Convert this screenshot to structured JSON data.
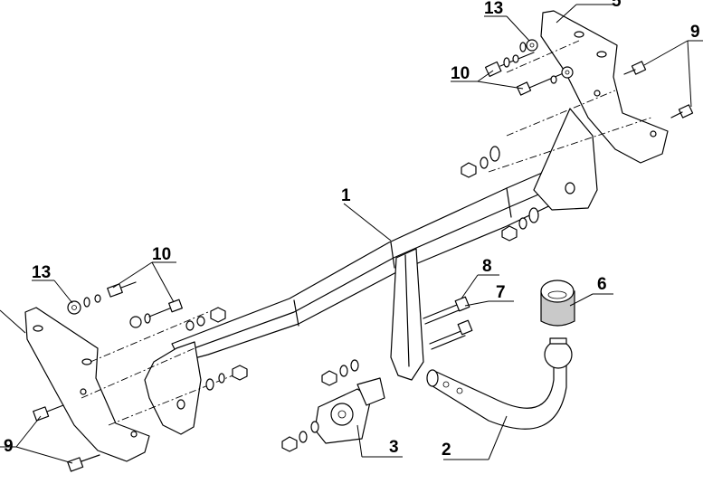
{
  "drawing": {
    "callouts": {
      "c1": "1",
      "c2": "2",
      "c3": "3",
      "c5": "5",
      "c6": "6",
      "c7": "7",
      "c8": "8",
      "c9_top_right": "9",
      "c9_bottom_left": "9",
      "c10_top": "10",
      "c10_left": "10",
      "c13_top": "13",
      "c13_left": "13"
    }
  }
}
